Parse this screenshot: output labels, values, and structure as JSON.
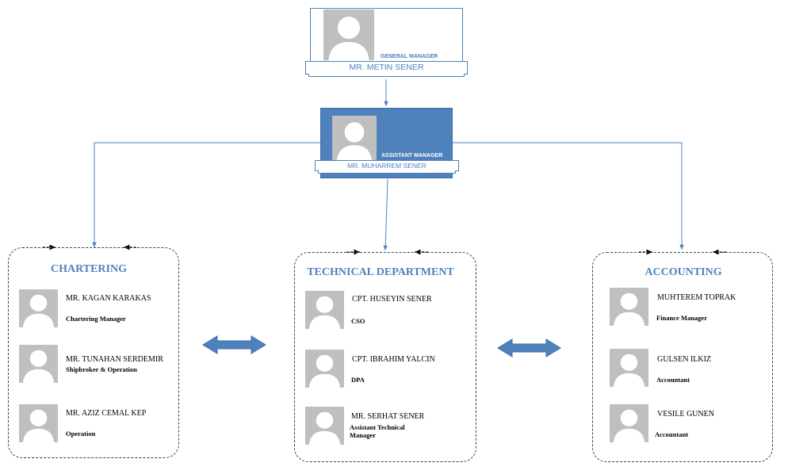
{
  "general_manager": {
    "role": "GENERAL MANAGER",
    "name": "MR. METIN SENER"
  },
  "assistant_manager": {
    "role": "ASSISTANT MANAGER",
    "name": "MR. MUHARREM SENER"
  },
  "departments": [
    {
      "title": "CHARTERING",
      "members": [
        {
          "name": "MR. KAGAN KARAKAS",
          "role": "Chartering Manager"
        },
        {
          "name": "MR. TUNAHAN SERDEMIR",
          "role": "Shipbroker & Operation"
        },
        {
          "name": "MR. AZIZ CEMAL KEP",
          "role": "Operation"
        }
      ]
    },
    {
      "title": "TECHNICAL DEPARTMENT",
      "members": [
        {
          "name": "CPT. HUSEYIN SENER",
          "role": "CSO"
        },
        {
          "name": "CPT. IBRAHIM YALCIN",
          "role": "DPA"
        },
        {
          "name": "MR. SERHAT SENER",
          "role": "Assistant Technical Manager"
        }
      ]
    },
    {
      "title": "ACCOUNTING",
      "members": [
        {
          "name": "MUHTEREM TOPRAK",
          "role": "Finance Manager"
        },
        {
          "name": "GULSEN ILKIZ",
          "role": "Accountant"
        },
        {
          "name": "VESILE GUNEN",
          "role": "Accountant"
        }
      ]
    }
  ],
  "colors": {
    "accent": "#4f81bd",
    "placeholder": "#bfbfbf",
    "dash": "#404040"
  },
  "icons": {
    "avatar": "person-silhouette-icon",
    "connector": "double-arrow-icon"
  }
}
